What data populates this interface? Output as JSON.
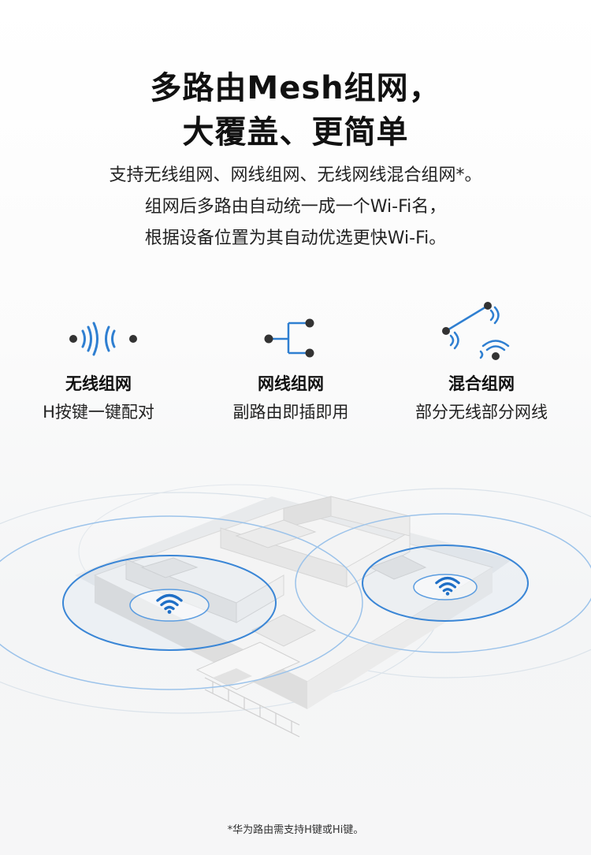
{
  "headline": {
    "line1": "多路由Mesh组网，",
    "line2": "大覆盖、更简单"
  },
  "description": [
    "支持无线组网、网线组网、无线网线混合组网*。",
    "组网后多路由自动统一成一个Wi-Fi名，",
    "根据设备位置为其自动优选更快Wi-Fi。"
  ],
  "features": [
    {
      "title": "无线组网",
      "subtitle": "H按键一键配对",
      "icon": "wireless-mesh-icon"
    },
    {
      "title": "网线组网",
      "subtitle": "副路由即插即用",
      "icon": "wired-mesh-icon"
    },
    {
      "title": "混合组网",
      "subtitle": "部分无线部分网线",
      "icon": "hybrid-mesh-icon"
    }
  ],
  "footnote": "*华为路由需支持H键或Hi键。",
  "colors": {
    "accent_blue": "#2f7fd1",
    "icon_dark": "#333333",
    "wifi_icon": "#1f6fc6"
  }
}
